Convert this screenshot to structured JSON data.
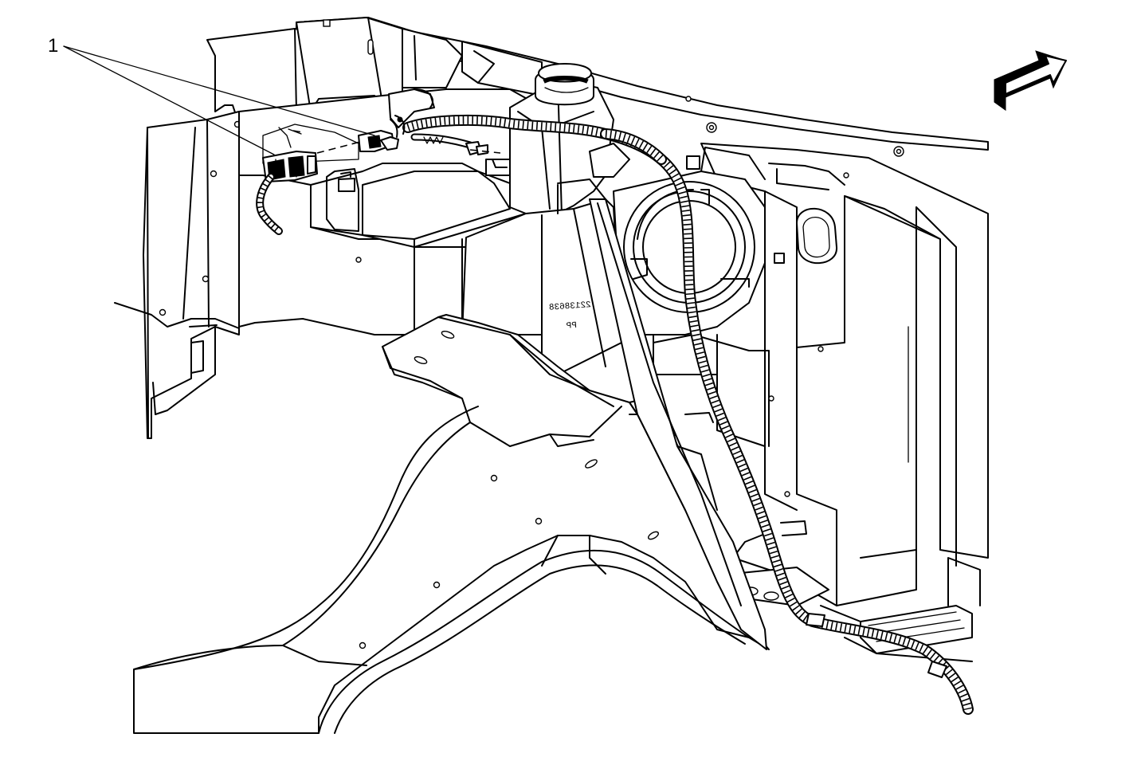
{
  "callouts": [
    {
      "id": "1",
      "label": "1"
    }
  ],
  "part_markings": {
    "part_number": "22138638",
    "material_code": "PP"
  },
  "icons": {
    "orientation_arrow": "forward-direction-arrow-icon"
  }
}
